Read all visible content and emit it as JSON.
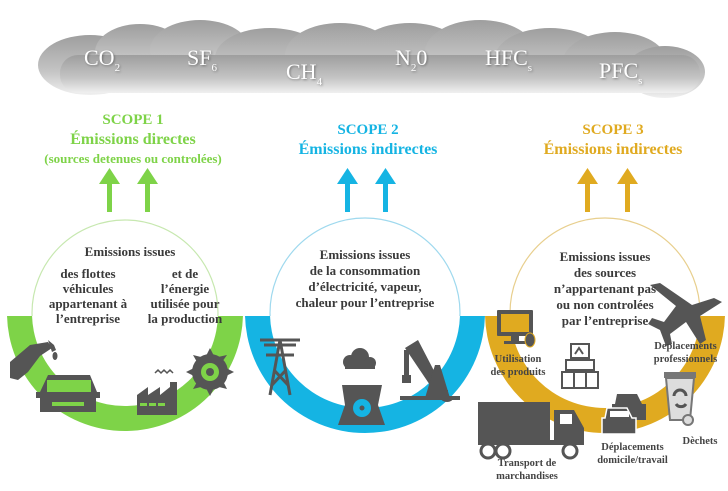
{
  "clouds": {
    "gases": [
      {
        "base": "CO",
        "sub": "2",
        "suffix": ""
      },
      {
        "base": "SF",
        "sub": "6",
        "suffix": ""
      },
      {
        "base": "CH",
        "sub": "4",
        "suffix": ""
      },
      {
        "base": "N",
        "sub": "2",
        "suffix": "0"
      },
      {
        "base": "HFC",
        "sub": "s",
        "suffix": ""
      },
      {
        "base": "PFC",
        "sub": "s",
        "suffix": ""
      }
    ]
  },
  "scopes": [
    {
      "title": "SCOPE 1",
      "subtitle": "Émissions directes",
      "note": "(sources detenues ou controlées)",
      "color": "#7ed348",
      "description_heading": "Emissions issues",
      "description_left": [
        "des flottes",
        "véhicules",
        "appartenant à",
        "l’entreprise"
      ],
      "description_right": [
        "et de",
        "l’énergie",
        "utilisée pour",
        "la production"
      ],
      "icons": [
        "fuel-nozzle-icon",
        "car-icon",
        "factory-icon",
        "saw-blade-icon"
      ]
    },
    {
      "title": "SCOPE 2",
      "subtitle": "Émissions indirectes",
      "color": "#15b4e3",
      "description": [
        "Emissions issues",
        "de la consommation",
        "d’électricité, vapeur,",
        "chaleur pour l’entreprise"
      ],
      "icons": [
        "power-pylon-icon",
        "nuclear-plant-icon",
        "oil-pump-icon"
      ]
    },
    {
      "title": "SCOPE 3",
      "subtitle": "Émissions indirectes",
      "color": "#e0aa20",
      "description": [
        "Emissions issues",
        "des sources",
        "n’appartenant pas",
        "ou non controlées",
        "par l’entreprise"
      ],
      "items": [
        {
          "label": [
            "Utilisation",
            "des produits"
          ],
          "icon": "computer-icon"
        },
        {
          "label": [],
          "icon": "store-icon"
        },
        {
          "label": [
            "Deplacements",
            "professionnels"
          ],
          "icon": "airplane-icon"
        },
        {
          "label": [
            "Transport de",
            "marchandises"
          ],
          "icon": "truck-icon"
        },
        {
          "label": [
            "Déplacements",
            "domicile/travail"
          ],
          "icon": "cars-icon"
        },
        {
          "label": [
            "Dèchets"
          ],
          "icon": "recycle-bin-icon"
        }
      ]
    }
  ]
}
